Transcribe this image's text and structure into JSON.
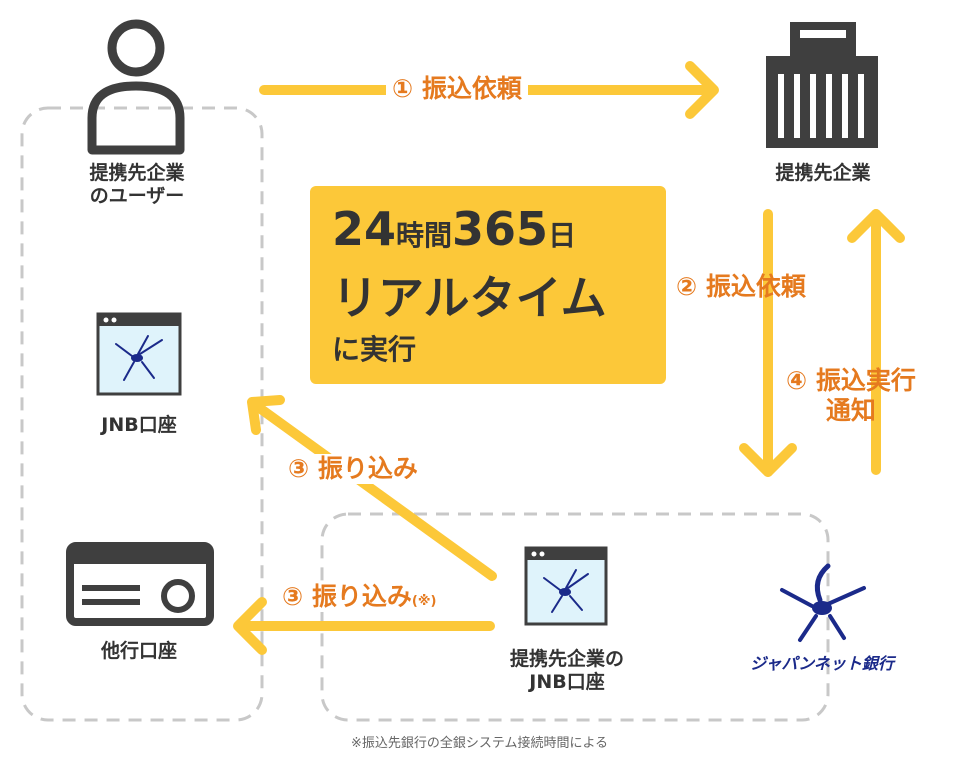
{
  "nodes": {
    "user_label_1": "提携先企業",
    "user_label_2": "のユーザー",
    "company_label": "提携先企業",
    "jnb_account_label": "JNB口座",
    "other_account_label": "他行口座",
    "partner_jnb_label_1": "提携先企業の",
    "partner_jnb_label_2": "JNB口座",
    "bank_name": "ジャパンネット銀行"
  },
  "steps": {
    "step1": "① 振込依頼",
    "step2": "② 振込依頼",
    "step3a": "③ 振り込み",
    "step3b": "③ 振り込み",
    "step3b_mark": "(※)",
    "step4_line1": "④ 振込実行",
    "step4_line2": "通知"
  },
  "highlight": {
    "line1_num1": "24",
    "line1_word1": "時間",
    "line1_num2": "365",
    "line1_word2": "日",
    "line2": "リアルタイム",
    "line3": "に実行"
  },
  "footnote": "※振込先銀行の全銀システム接続時間による",
  "colors": {
    "arrow": "#FCC839",
    "label_orange": "#E57a1f",
    "icon_dark": "#3f3f3f",
    "dashed": "#c8c8c8",
    "bank_blue": "#1b2a8a"
  }
}
